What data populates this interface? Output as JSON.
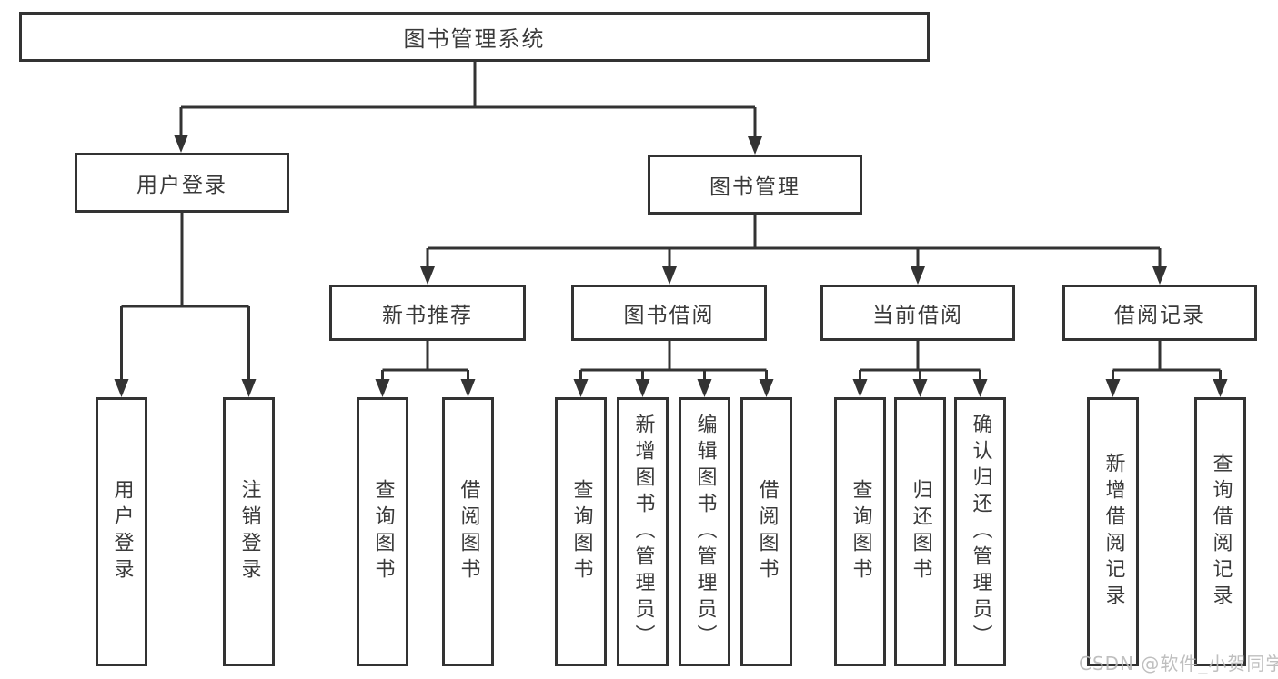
{
  "title": {
    "label": "图书管理系统"
  },
  "level2": {
    "user_login": {
      "label": "用户登录"
    },
    "book_management": {
      "label": "图书管理"
    }
  },
  "level3": {
    "new_book": {
      "label": "新书推荐"
    },
    "borrow": {
      "label": "图书借阅"
    },
    "current": {
      "label": "当前借阅"
    },
    "records": {
      "label": "借阅记录"
    }
  },
  "leaves": {
    "user_login": [
      "用户登录",
      "注销登录"
    ],
    "new_book": [
      "查询图书",
      "借阅图书"
    ],
    "borrow": [
      "查询图书",
      "新增图书（管理员）",
      "编辑图书（管理员）",
      "借阅图书"
    ],
    "current": [
      "查询图书",
      "归还图书",
      "确认归还（管理员）"
    ],
    "records": [
      "新增借阅记录",
      "查询借阅记录"
    ]
  },
  "watermark": {
    "text": "CSDN @软件_小贺同学"
  },
  "colors": {
    "line": "#333333",
    "text": "#3a3a3a",
    "watermark": "#b9b9b9",
    "page-bg": "#ffffff",
    "box-bg": "#ffffff"
  }
}
